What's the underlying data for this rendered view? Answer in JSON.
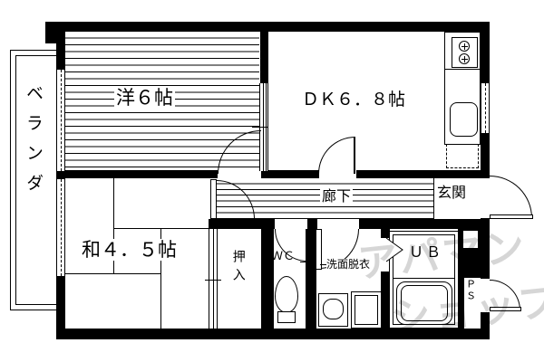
{
  "rooms": {
    "western": {
      "label": "洋６帖"
    },
    "dining_kitchen": {
      "label": "ＤＫ６．８帖"
    },
    "japanese": {
      "label": "和４．５帖"
    },
    "hallway": {
      "label": "廊下"
    },
    "entrance": {
      "label": "玄関"
    },
    "closet": {
      "label": "押入"
    },
    "toilet": {
      "label": "ＷＣ"
    },
    "washroom": {
      "label": "洗面脱衣"
    },
    "unit_bath": {
      "label": "ＵＢ"
    },
    "pipe_shaft": {
      "label": "ＰＳ"
    },
    "veranda": {
      "label": "ベランダ"
    }
  },
  "watermark": {
    "line1": "アパマン",
    "line2": "ショップ"
  },
  "colors": {
    "wall": "#000000",
    "background": "#ffffff",
    "watermark": "#d2d2d2"
  }
}
